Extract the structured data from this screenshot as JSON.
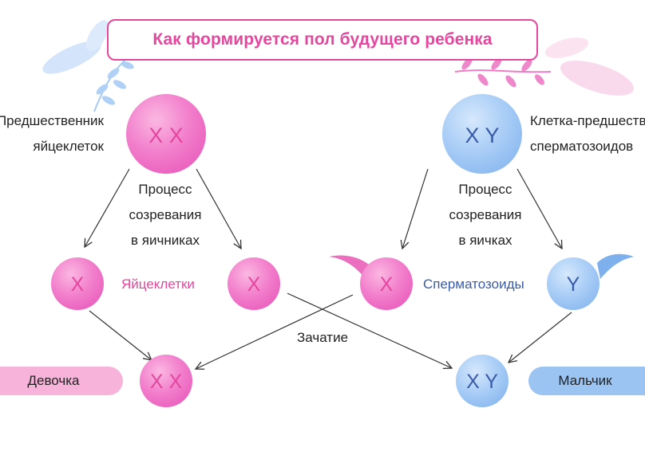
{
  "title": "Как формируется пол будущего ребенка",
  "labels": {
    "egg_precursor_line1": "Предшественник",
    "egg_precursor_line2": "яйцеклеток",
    "sperm_precursor_line1": "Клетка-предшественник",
    "sperm_precursor_line2": "сперматозоидов",
    "process_female_line1": "Процесс",
    "process_female_line2": "созревания",
    "process_female_line3": "в яичниках",
    "process_male_line1": "Процесс",
    "process_male_line2": "созревания",
    "process_male_line3": "в яичках",
    "eggs": "Яйцеклетки",
    "sperm": "Сперматозоиды",
    "conception": "Зачатие",
    "girl": "Девочка",
    "boy": "Мальчик"
  },
  "cells": {
    "female_precursor": "X X",
    "male_precursor": "X Y",
    "egg_1": "X",
    "egg_2": "X",
    "sperm_x": "X",
    "sperm_y": "Y",
    "girl_zygote": "X X",
    "boy_zygote": "X Y"
  },
  "colors": {
    "pink": "#e3479e",
    "blue": "#3a5ca8",
    "pink_pill": "#f7b3d9",
    "blue_pill": "#9cc4f2"
  }
}
